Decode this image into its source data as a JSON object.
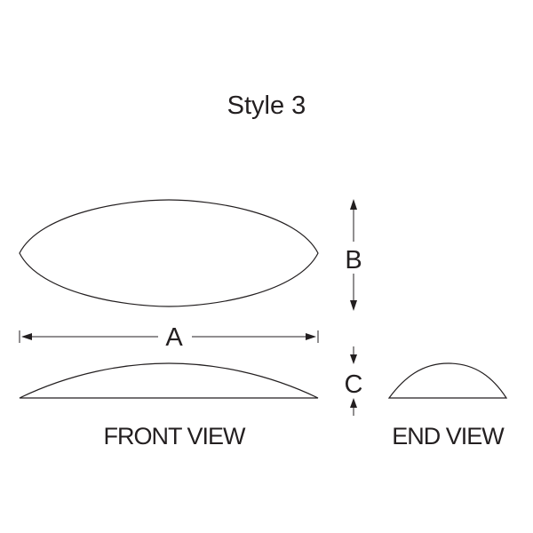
{
  "title": "Style 3",
  "dimensions": {
    "a": "A",
    "b": "B",
    "c": "C"
  },
  "views": {
    "front": "FRONT VIEW",
    "end": "END VIEW"
  },
  "colors": {
    "line": "#231f20",
    "background": "#ffffff"
  }
}
